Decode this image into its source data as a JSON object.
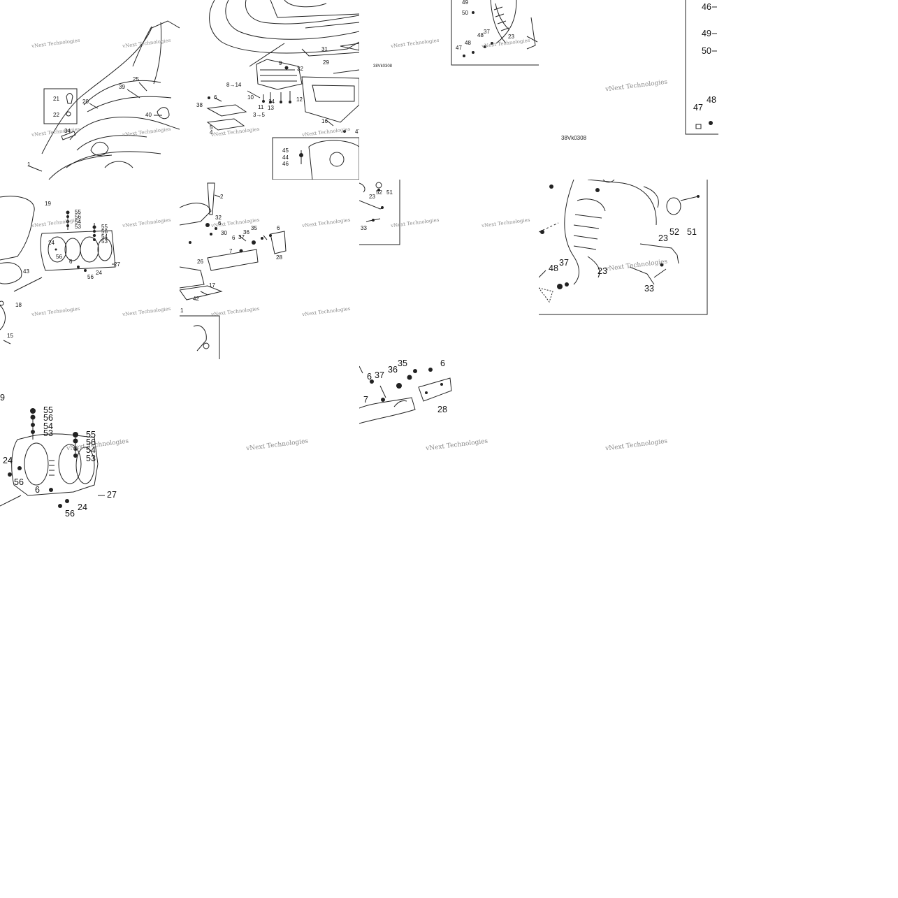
{
  "watermark": "vNext Technologies",
  "diagram_code": "38Vk0308",
  "tile1": {
    "labels": [
      "21",
      "22",
      "20",
      "39",
      "25",
      "40",
      "34",
      "1"
    ]
  },
  "tile2": {
    "labels": [
      "31",
      "29",
      "9",
      "32",
      "6",
      "8→14",
      "38",
      "10",
      "11",
      "14",
      "13",
      "12",
      "3→5",
      "5",
      "4",
      "16",
      "47",
      "45",
      "44",
      "46"
    ]
  },
  "tile3": {
    "labels": [
      "49",
      "50",
      "48",
      "37",
      "47",
      "48",
      "23"
    ]
  },
  "tile4": {
    "labels": [
      "46",
      "49",
      "50",
      "47",
      "48"
    ]
  },
  "tile5": {
    "labels": [
      "19",
      "55",
      "56",
      "54",
      "53",
      "55",
      "56",
      "54",
      "53",
      "24",
      "56",
      "6",
      "27",
      "24",
      "56",
      "43",
      "18",
      "15"
    ]
  },
  "tile6": {
    "labels": [
      "2",
      "32",
      "6",
      "30",
      "36",
      "35",
      "6",
      "37",
      "6",
      "7",
      "26",
      "28",
      "17",
      "42",
      "1"
    ]
  },
  "tile7": {
    "labels": [
      "52",
      "51",
      "23",
      "33"
    ]
  },
  "tile8": {
    "labels": [
      "52",
      "51",
      "23",
      "48",
      "37",
      "23",
      "33"
    ]
  },
  "tile9": {
    "labels": [
      "9",
      "55",
      "56",
      "54",
      "53",
      "55",
      "56",
      "54",
      "53",
      "24",
      "56",
      "6",
      "27",
      "56",
      "24"
    ]
  },
  "tile10": {
    "labels": [
      "35",
      "6",
      "36",
      "37",
      "6",
      "7",
      "28"
    ]
  }
}
